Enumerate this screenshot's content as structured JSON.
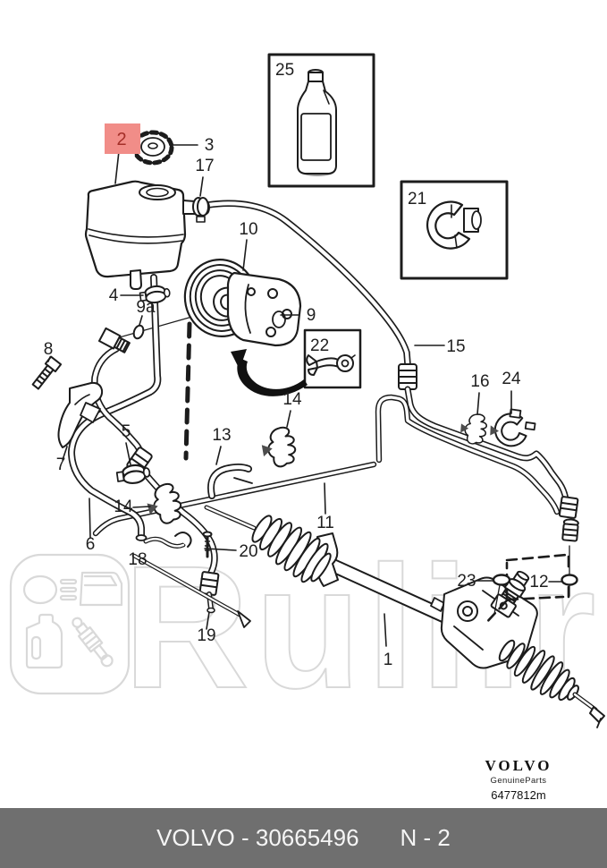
{
  "watermark": {
    "text": "Ruli.ru"
  },
  "diagram": {
    "highlight": {
      "part": "2",
      "bg_color": "#f18d88",
      "text_color": "#a42f28"
    },
    "labels": {
      "l1": "1",
      "l2": "2",
      "l3": "3",
      "l4": "4",
      "l5": "5",
      "l6": "6",
      "l7": "7",
      "l8": "8",
      "l9": "9",
      "l9a": "9a",
      "l10": "10",
      "l11": "11",
      "l12": "12",
      "l13": "13",
      "l14a": "14",
      "l14b": "14",
      "l15": "15",
      "l16": "16",
      "l17": "17",
      "l18": "18",
      "l19": "19",
      "l20": "20",
      "l21": "21",
      "l22": "22",
      "l23": "23",
      "l24": "24",
      "l25": "25"
    }
  },
  "branding": {
    "logo": "VOLVO",
    "subline": "GenuineParts",
    "code": "6477812m"
  },
  "footer": {
    "part_ref": "VOLVO - 30665496",
    "page_ref": "N - 2",
    "bg_color": "#6f6f6f"
  }
}
